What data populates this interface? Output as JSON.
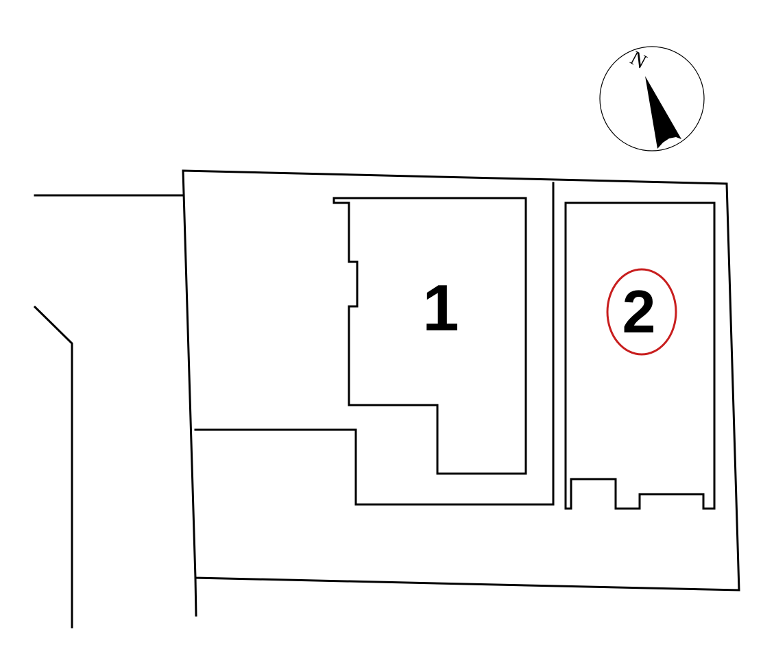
{
  "compass": {
    "letter": "N",
    "icon": "north-arrow-icon"
  },
  "buildings": [
    {
      "id": "building-1",
      "label": "1",
      "highlighted": false
    },
    {
      "id": "building-2",
      "label": "2",
      "highlighted": true
    }
  ],
  "colors": {
    "lines": "#000000",
    "highlight_ring": "#c81e1e",
    "background": "#ffffff"
  }
}
